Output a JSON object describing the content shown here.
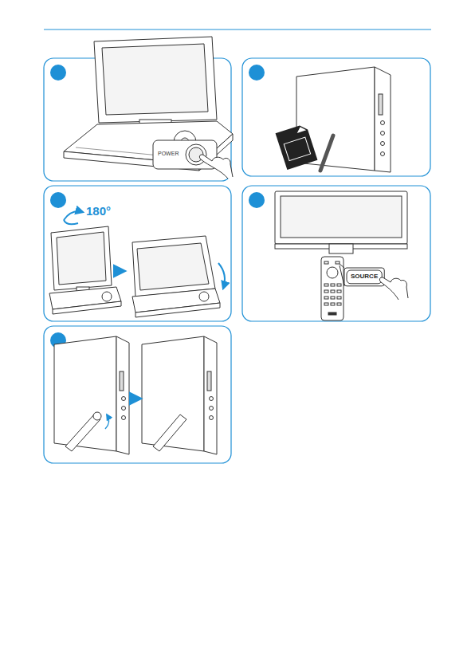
{
  "diagram": {
    "labels": [
      "POWER",
      "180°",
      "SOURCE"
    ]
  }
}
